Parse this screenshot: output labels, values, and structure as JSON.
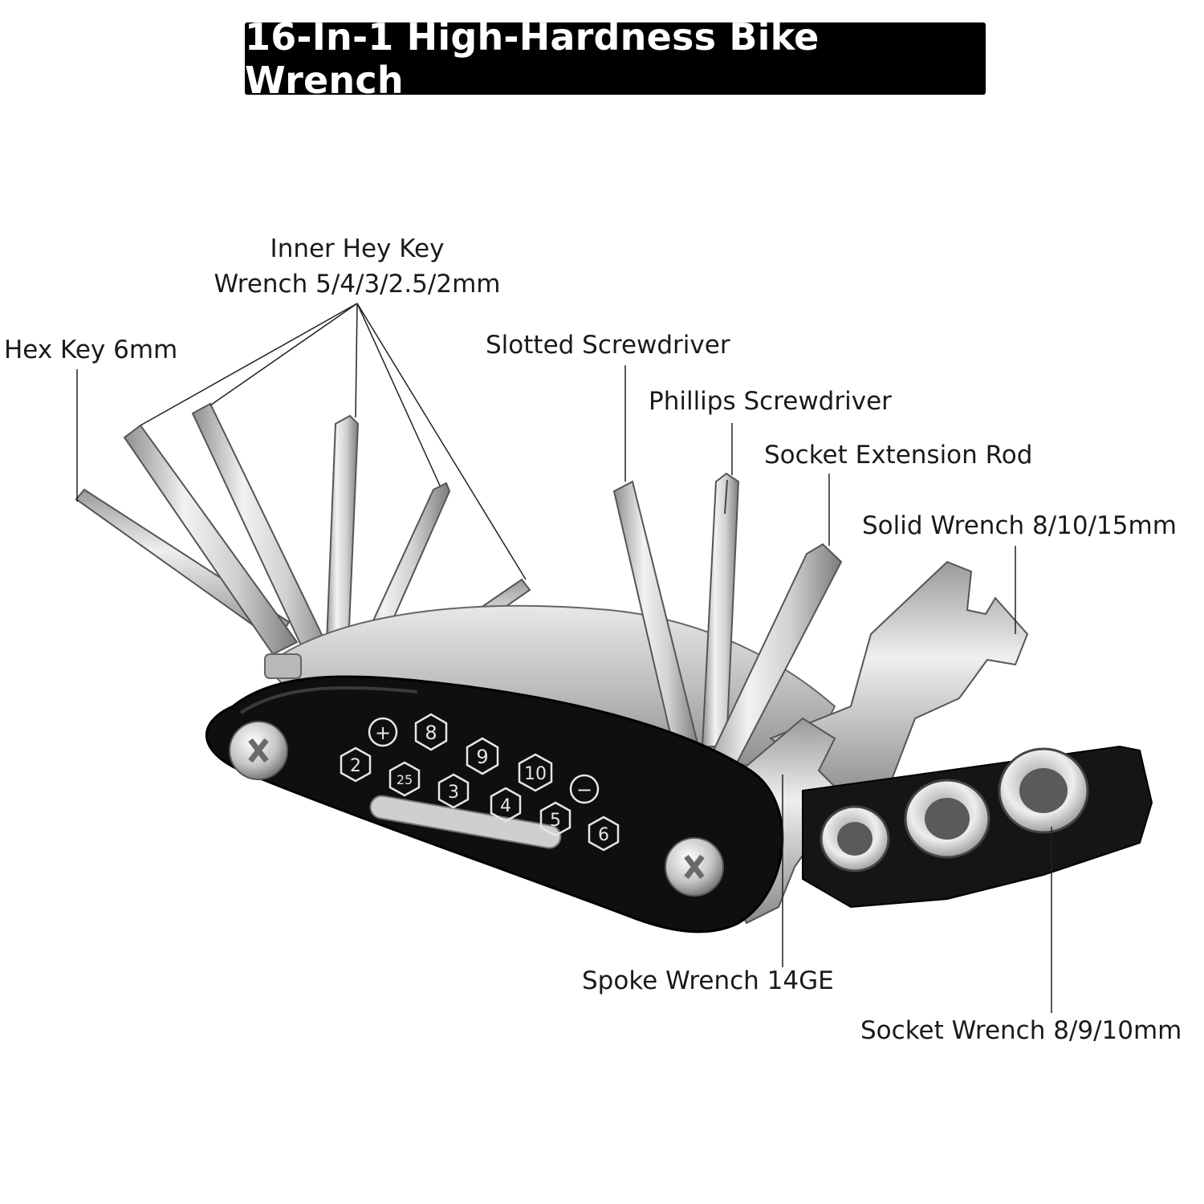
{
  "title": "16-In-1 High-Hardness Bike Wrench",
  "labels": {
    "inner_hex_line1": "Inner Hey Key",
    "inner_hex_line2": "Wrench 5/4/3/2.5/2mm",
    "hex_key_6mm": "Hex Key 6mm",
    "slotted_screwdriver": "Slotted Screwdriver",
    "phillips_screwdriver": "Phillips Screwdriver",
    "socket_extension_rod": "Socket Extension Rod",
    "solid_wrench": "Solid Wrench 8/10/15mm",
    "spoke_wrench": "Spoke Wrench 14GE",
    "socket_wrench": "Socket Wrench 8/9/10mm"
  },
  "body_markings": {
    "top_row": [
      "+",
      "8",
      "9",
      "10",
      "−"
    ],
    "bottom_row": [
      "2",
      "25",
      "3",
      "4",
      "5",
      "6"
    ]
  },
  "colors": {
    "background": "#ffffff",
    "title_bar": "#000000",
    "title_text": "#ffffff",
    "metal": "#c8c8c8",
    "body": "#111111",
    "marking": "#e6e6e6"
  }
}
